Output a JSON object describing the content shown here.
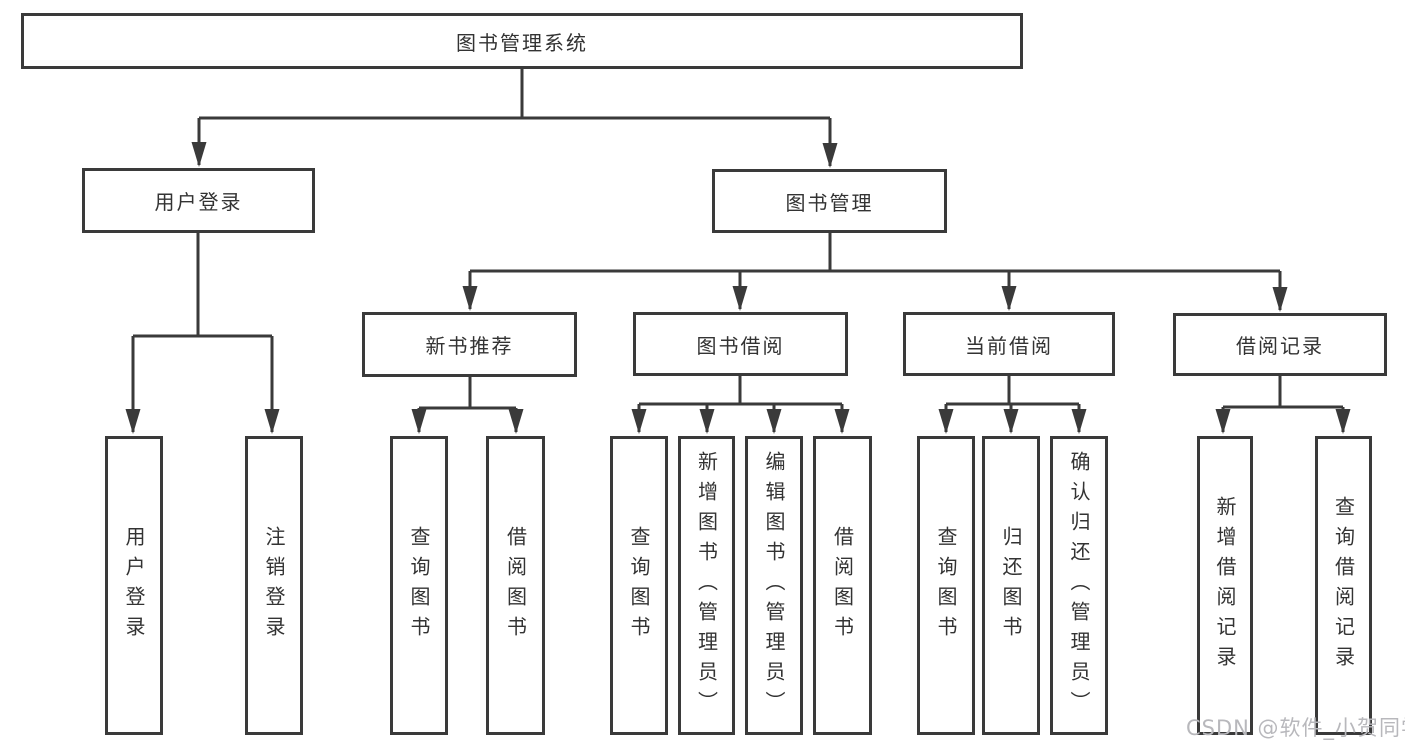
{
  "diagram_type": "tree",
  "tree": {
    "label": "图书管理系统",
    "children": [
      {
        "label": "用户登录",
        "children": [
          {
            "label": "用户登录"
          },
          {
            "label": "注销登录"
          }
        ]
      },
      {
        "label": "图书管理",
        "children": [
          {
            "label": "新书推荐",
            "children": [
              {
                "label": "查询图书"
              },
              {
                "label": "借阅图书"
              }
            ]
          },
          {
            "label": "图书借阅",
            "children": [
              {
                "label": "查询图书"
              },
              {
                "label": "新增图书（管理员）"
              },
              {
                "label": "编辑图书（管理员）"
              },
              {
                "label": "借阅图书"
              }
            ]
          },
          {
            "label": "当前借阅",
            "children": [
              {
                "label": "查询图书"
              },
              {
                "label": "归还图书"
              },
              {
                "label": "确认归还（管理员）"
              }
            ]
          },
          {
            "label": "借阅记录",
            "children": [
              {
                "label": "新增借阅记录"
              },
              {
                "label": "查询借阅记录"
              }
            ]
          }
        ]
      }
    ]
  },
  "watermark": "CSDN @软件_小贺同学",
  "colors": {
    "line": "#3a3a3a",
    "text": "#333333",
    "background": "#ffffff",
    "watermark": "#b8b8bc"
  }
}
